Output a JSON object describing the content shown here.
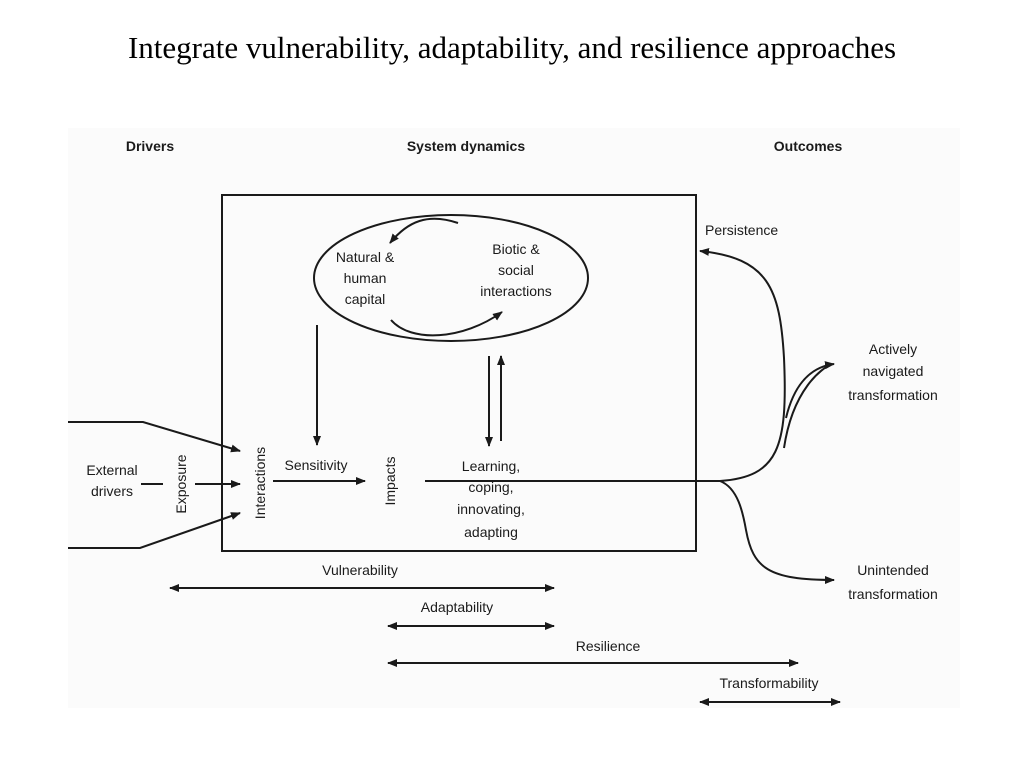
{
  "slide": {
    "title": "Integrate vulnerability, adaptability, and resilience approaches"
  },
  "diagram": {
    "headers": {
      "drivers": "Drivers",
      "system_dynamics": "System dynamics",
      "outcomes": "Outcomes"
    },
    "capital_lines": [
      "Natural &",
      "human",
      "capital"
    ],
    "biotic_lines": [
      "Biotic &",
      "social",
      "interactions"
    ],
    "external_drivers_lines": [
      "External",
      "drivers"
    ],
    "exposure": "Exposure",
    "interactions": "Interactions",
    "sensitivity": "Sensitivity",
    "impacts": "Impacts",
    "learning_lines": [
      "Learning,",
      "coping,",
      "innovating,",
      "adapting"
    ],
    "persistence": "Persistence",
    "actively_navigated_lines": [
      "Actively",
      "navigated",
      "transformation"
    ],
    "unintended_lines": [
      "Unintended",
      "transformation"
    ],
    "spans": {
      "vulnerability": "Vulnerability",
      "adaptability": "Adaptability",
      "resilience": "Resilience",
      "transformability": "Transformability"
    }
  },
  "colors": {
    "line": "#1a1a1a",
    "panel_background": "#fbfbfb"
  }
}
